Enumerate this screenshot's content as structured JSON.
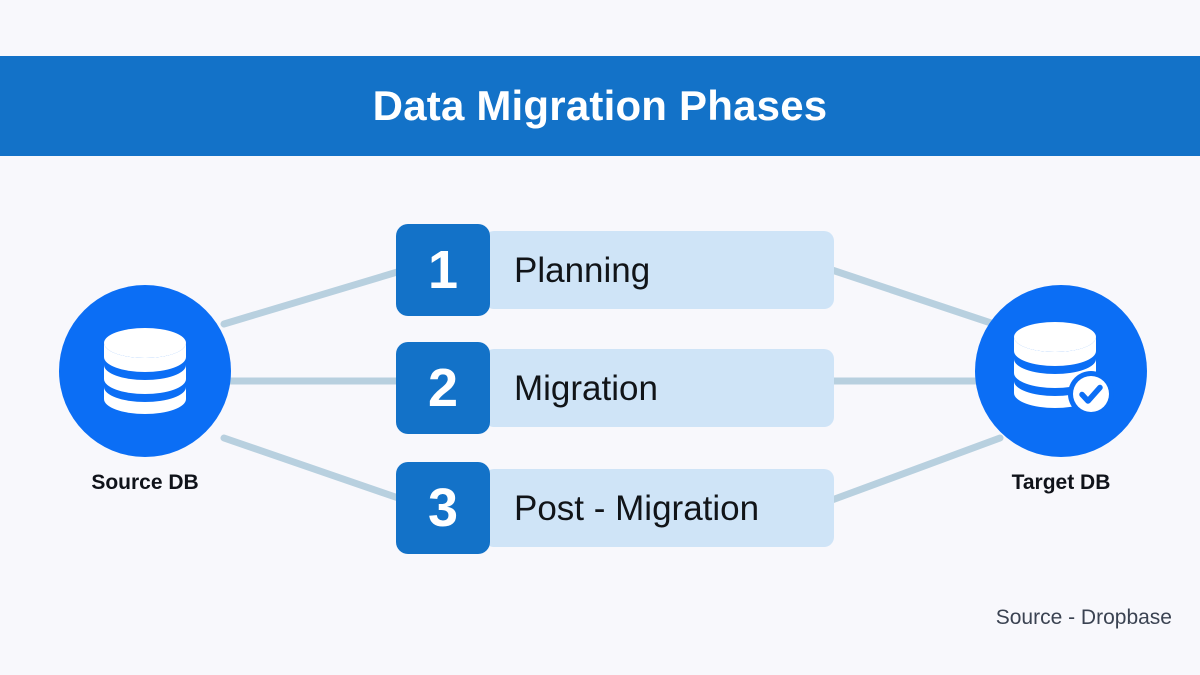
{
  "background_color": "#f8f8fc",
  "header": {
    "title": "Data Migration Phases",
    "band_color": "#1372c8",
    "title_color": "#ffffff"
  },
  "nodes": {
    "source": {
      "label": "Source DB",
      "icon": "database-icon",
      "circle_color": "#0b6ef5",
      "icon_color": "#ffffff",
      "has_check_badge": false
    },
    "target": {
      "label": "Target DB",
      "icon": "database-check-icon",
      "circle_color": "#0b6ef5",
      "icon_color": "#ffffff",
      "has_check_badge": true
    }
  },
  "phases": [
    {
      "number": "1",
      "label": "Planning"
    },
    {
      "number": "2",
      "label": "Migration"
    },
    {
      "number": "3",
      "label": "Post - Migration"
    }
  ],
  "phase_style": {
    "badge_color": "#1372c8",
    "badge_text_color": "#ffffff",
    "panel_color": "#cfe4f7",
    "label_color": "#111418"
  },
  "connectors": {
    "color": "#b8d0df",
    "width": 7,
    "count": 6
  },
  "footer": {
    "credit": "Source - Dropbase",
    "color": "#3b4352"
  }
}
